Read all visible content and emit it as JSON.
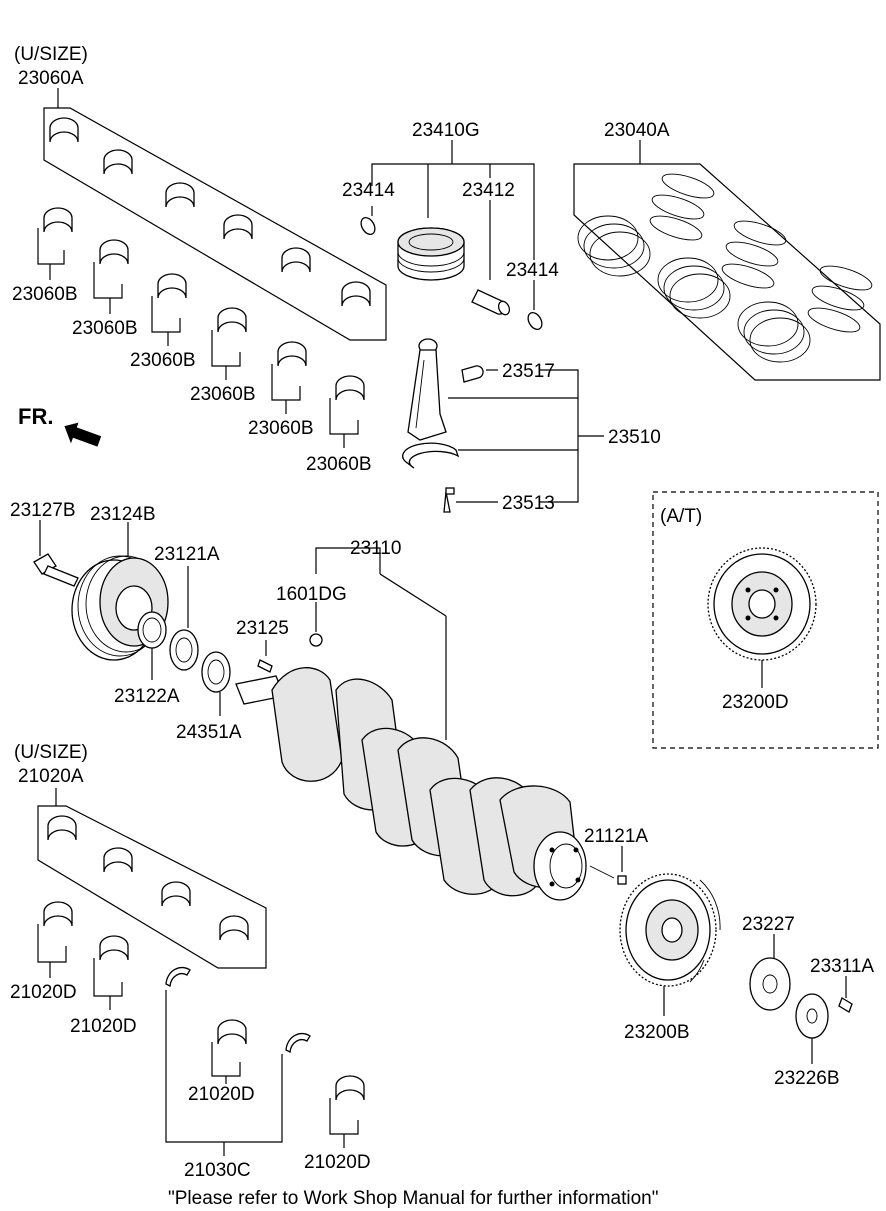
{
  "diagram": {
    "labels": {
      "usize_1": "(U/SIZE)",
      "p23060A": "23060A",
      "p23060B_1": "23060B",
      "p23060B_2": "23060B",
      "p23060B_3": "23060B",
      "p23060B_4": "23060B",
      "p23060B_5": "23060B",
      "p23060B_6": "23060B",
      "p23410G": "23410G",
      "p23414_1": "23414",
      "p23412": "23412",
      "p23414_2": "23414",
      "p23040A": "23040A",
      "p23517": "23517",
      "p23510": "23510",
      "p23513": "23513",
      "fr": "FR.",
      "p23127B": "23127B",
      "p23124B": "23124B",
      "p23121A": "23121A",
      "p23110": "23110",
      "p1601DG": "1601DG",
      "p23125": "23125",
      "p23122A": "23122A",
      "p24351A": "24351A",
      "at": "(A/T)",
      "p23200D": "23200D",
      "usize_2": "(U/SIZE)",
      "p21020A": "21020A",
      "p21121A": "21121A",
      "p23227": "23227",
      "p23311A": "23311A",
      "p21020D_1": "21020D",
      "p21020D_2": "21020D",
      "p21020D_3": "21020D",
      "p21020D_4": "21020D",
      "p23200B": "23200B",
      "p23226B": "23226B",
      "p21030C": "21030C"
    },
    "footer_note": "\"Please refer to Work Shop Manual for further information\""
  }
}
